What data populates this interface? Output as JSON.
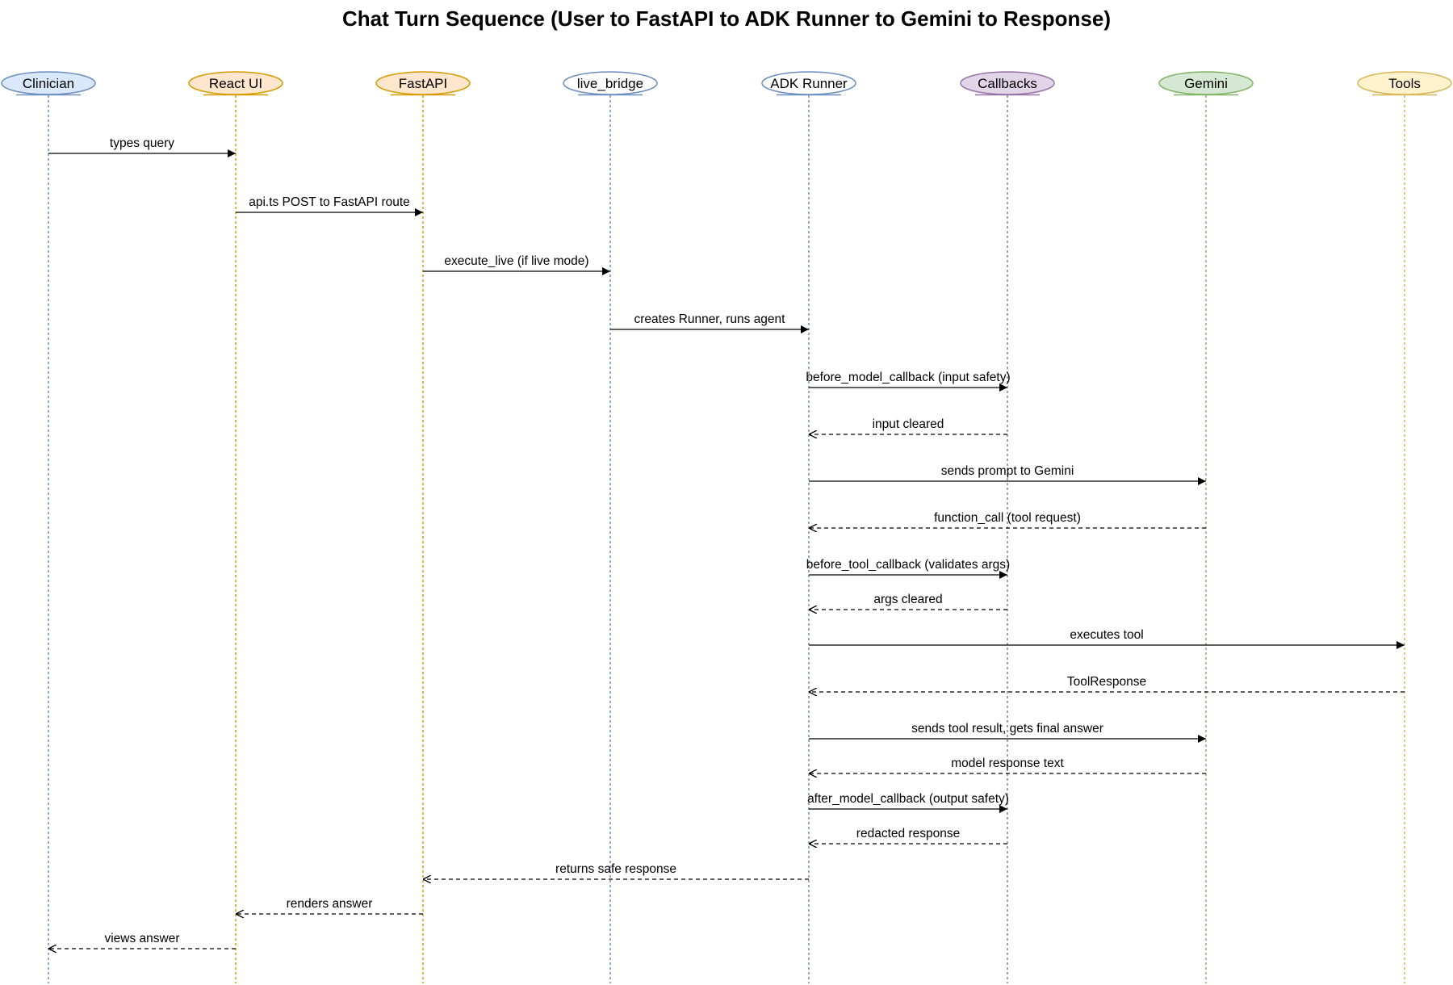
{
  "title": "Chat Turn Sequence (User to FastAPI to ADK Runner to Gemini to Response)",
  "participants": [
    {
      "id": "clinician",
      "label": "Clinician",
      "fill": "#dae8fc",
      "stroke": "#6c8ebf"
    },
    {
      "id": "react_ui",
      "label": "React UI",
      "fill": "#ffe6cc",
      "stroke": "#d79b00"
    },
    {
      "id": "fastapi",
      "label": "FastAPI",
      "fill": "#ffe6cc",
      "stroke": "#d79b00"
    },
    {
      "id": "live_bridge",
      "label": "live_bridge",
      "fill": "#ffffff",
      "stroke": "#6c8ebf"
    },
    {
      "id": "adk_runner",
      "label": "ADK Runner",
      "fill": "#ffffff",
      "stroke": "#6c8ebf"
    },
    {
      "id": "callbacks",
      "label": "Callbacks",
      "fill": "#e1d5e7",
      "stroke": "#9673a6"
    },
    {
      "id": "gemini",
      "label": "Gemini",
      "fill": "#d5e8d4",
      "stroke": "#82b366"
    },
    {
      "id": "tools",
      "label": "Tools",
      "fill": "#fff2cc",
      "stroke": "#d6b656"
    }
  ],
  "messages": [
    {
      "from": "clinician",
      "to": "react_ui",
      "label": "types query",
      "style": "solid"
    },
    {
      "from": "react_ui",
      "to": "fastapi",
      "label": "api.ts POST to FastAPI route",
      "style": "solid"
    },
    {
      "from": "fastapi",
      "to": "live_bridge",
      "label": "execute_live (if live mode)",
      "style": "solid"
    },
    {
      "from": "live_bridge",
      "to": "adk_runner",
      "label": "creates Runner, runs agent",
      "style": "solid"
    },
    {
      "from": "adk_runner",
      "to": "callbacks",
      "label": "before_model_callback (input safety)",
      "style": "solid"
    },
    {
      "from": "callbacks",
      "to": "adk_runner",
      "label": "input cleared",
      "style": "dashed"
    },
    {
      "from": "adk_runner",
      "to": "gemini",
      "label": "sends prompt to Gemini",
      "style": "solid"
    },
    {
      "from": "gemini",
      "to": "adk_runner",
      "label": "function_call (tool request)",
      "style": "dashed"
    },
    {
      "from": "adk_runner",
      "to": "callbacks",
      "label": "before_tool_callback (validates args)",
      "style": "solid"
    },
    {
      "from": "callbacks",
      "to": "adk_runner",
      "label": "args cleared",
      "style": "dashed"
    },
    {
      "from": "adk_runner",
      "to": "tools",
      "label": "executes tool",
      "style": "solid"
    },
    {
      "from": "tools",
      "to": "adk_runner",
      "label": "ToolResponse",
      "style": "dashed"
    },
    {
      "from": "adk_runner",
      "to": "gemini",
      "label": "sends tool result, gets final answer",
      "style": "solid"
    },
    {
      "from": "gemini",
      "to": "adk_runner",
      "label": "model response text",
      "style": "dashed"
    },
    {
      "from": "adk_runner",
      "to": "callbacks",
      "label": "after_model_callback (output safety)",
      "style": "solid"
    },
    {
      "from": "callbacks",
      "to": "adk_runner",
      "label": "redacted response",
      "style": "dashed"
    },
    {
      "from": "adk_runner",
      "to": "fastapi",
      "label": "returns safe response",
      "style": "dashed"
    },
    {
      "from": "fastapi",
      "to": "react_ui",
      "label": "renders answer",
      "style": "dashed"
    },
    {
      "from": "react_ui",
      "to": "clinician",
      "label": "views answer",
      "style": "dashed"
    }
  ]
}
